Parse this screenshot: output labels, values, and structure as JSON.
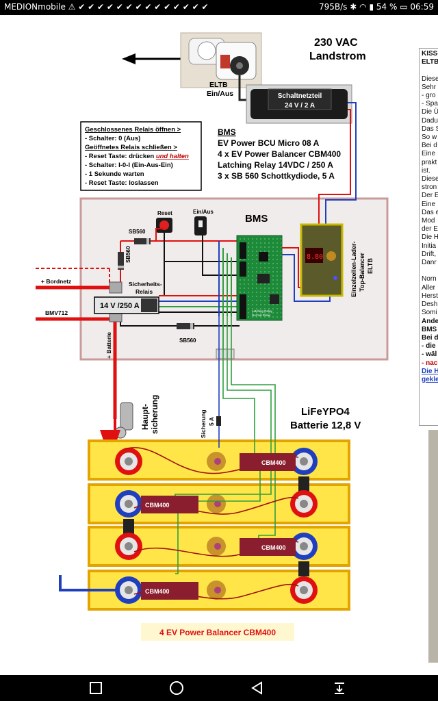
{
  "status_bar": {
    "carrier": "MEDIONmobile",
    "notification_glyphs": "⚠ ✔ ✔ ✔ ✔ ✔ ✔ ✔ ✔ ✔ ✔ ✔ ✔ ✔ ✔",
    "speed": "795B/s",
    "battery": "54 %",
    "time": "06:59"
  },
  "diagram": {
    "shore_power": {
      "line1": "230 VAC",
      "line2": "Landstrom"
    },
    "eltb_switch": {
      "line1": "ELTB",
      "line2": "Ein/Aus"
    },
    "power_supply": {
      "line1": "Schaltnetzteil",
      "line2": "24 V / 2 A"
    },
    "instructions": {
      "open_heading": "Geschlossenes Relais öffnen >",
      "open_step": "- Schalter: 0 (Aus)",
      "close_heading": "Geöffnetes Relais schließen >",
      "close_reset_prefix": "- Reset Taste: drücken ",
      "close_reset_emph": "und halten",
      "close_switch": "- Schalter: I-0-I (Ein-Aus-Ein)",
      "close_wait": "- 1 Sekunde warten",
      "close_release": "- Reset Taste:  loslassen"
    },
    "bom": {
      "title": "BMS",
      "items": [
        "EV Power BCU Micro 08  A",
        "4 x EV Power Balancer CBM400",
        "Latching Relay 14VDC / 250 A",
        "3 x SB 560 Schottkydiode, 5 A"
      ]
    },
    "panel": {
      "bms_label": "BMS",
      "reset_label": "Reset",
      "onoff_label": "Ein/Aus",
      "sb560_top": "SB560",
      "sb560_vertical": "SB560",
      "sb560_bottom": "SB560",
      "bordnetz": "+ Bordnetz",
      "bmv712": "BMV712",
      "plus_batterie": "+ Batterie",
      "relay_label_line1": "Sicherheits-",
      "relay_label_line2": "Relais",
      "relay_rating": "14 V /250 A",
      "bcu_caption_line1": "Latching Relay",
      "bcu_caption_line2": "Normal Relay",
      "charger_label_line1": "Einzelzellen-Lader-",
      "charger_label_line2": "Top-Balancer",
      "charger_label_line3": "ELTB",
      "charger_display": "8.80"
    },
    "main_fuse": {
      "line1": "Haupt-",
      "line2": "sicherung"
    },
    "small_fuse": {
      "line1": "Sicherung",
      "line2": "5 A"
    },
    "battery": {
      "line1": "LiFeYPO4",
      "line2": "Batterie 12,8 V"
    },
    "balancer_label": "CBM400",
    "footer_caption": "4 EV Power Balancer CBM400"
  },
  "side_text": {
    "lines": [
      {
        "t": "KISS-",
        "s": "b"
      },
      {
        "t": "ELTB",
        "s": "b"
      },
      {
        "t": "",
        "s": ""
      },
      {
        "t": "Diese",
        "s": ""
      },
      {
        "t": "Sehr",
        "s": ""
      },
      {
        "t": "- gro",
        "s": ""
      },
      {
        "t": "- Spa",
        "s": ""
      },
      {
        "t": "Die Ü",
        "s": ""
      },
      {
        "t": "Dadu",
        "s": ""
      },
      {
        "t": "Das S",
        "s": ""
      },
      {
        "t": "So w",
        "s": ""
      },
      {
        "t": "Bei d",
        "s": ""
      },
      {
        "t": "Eine",
        "s": ""
      },
      {
        "t": "prakt",
        "s": ""
      },
      {
        "t": "ist.",
        "s": ""
      },
      {
        "t": "Diese",
        "s": ""
      },
      {
        "t": "stron",
        "s": ""
      },
      {
        "t": "Der E",
        "s": ""
      },
      {
        "t": "Eine",
        "s": ""
      },
      {
        "t": "Das e",
        "s": ""
      },
      {
        "t": "Mod",
        "s": ""
      },
      {
        "t": "der E",
        "s": ""
      },
      {
        "t": "Die H",
        "s": ""
      },
      {
        "t": "Initia",
        "s": ""
      },
      {
        "t": "Drift,",
        "s": ""
      },
      {
        "t": "Danr",
        "s": ""
      },
      {
        "t": "",
        "s": ""
      },
      {
        "t": "Norn",
        "s": ""
      },
      {
        "t": "Aller",
        "s": ""
      },
      {
        "t": "Herst",
        "s": ""
      },
      {
        "t": "Desh",
        "s": ""
      },
      {
        "t": "Somi",
        "s": ""
      },
      {
        "t": "Ande",
        "s": "b"
      },
      {
        "t": "BMS",
        "s": "b"
      },
      {
        "t": "Bei d",
        "s": "b"
      },
      {
        "t": "- die",
        "s": "b"
      },
      {
        "t": "- wäl",
        "s": "b"
      },
      {
        "t": "- nac",
        "s": "red"
      },
      {
        "t": "Die H",
        "s": "lnk"
      },
      {
        "t": "gekle",
        "s": "lnk"
      }
    ]
  },
  "colors": {
    "panel_fill": "#f1ecec",
    "panel_border": "#c89a9a",
    "cell_fill": "#ffe547",
    "cell_border": "#e3a400",
    "positive_wire": "#e01010",
    "negative_wire": "#1f3fbf",
    "sense_wire": "#2e9e3e",
    "bms_board": "#1d8a3a",
    "balancer_board": "#8a1e2e"
  },
  "icons": [
    "wall-socket-icon",
    "back-arrow-icon",
    "recent-apps-icon",
    "home-icon",
    "notification-shade-icon",
    "wifi-icon",
    "bluetooth-icon",
    "battery-icon"
  ]
}
